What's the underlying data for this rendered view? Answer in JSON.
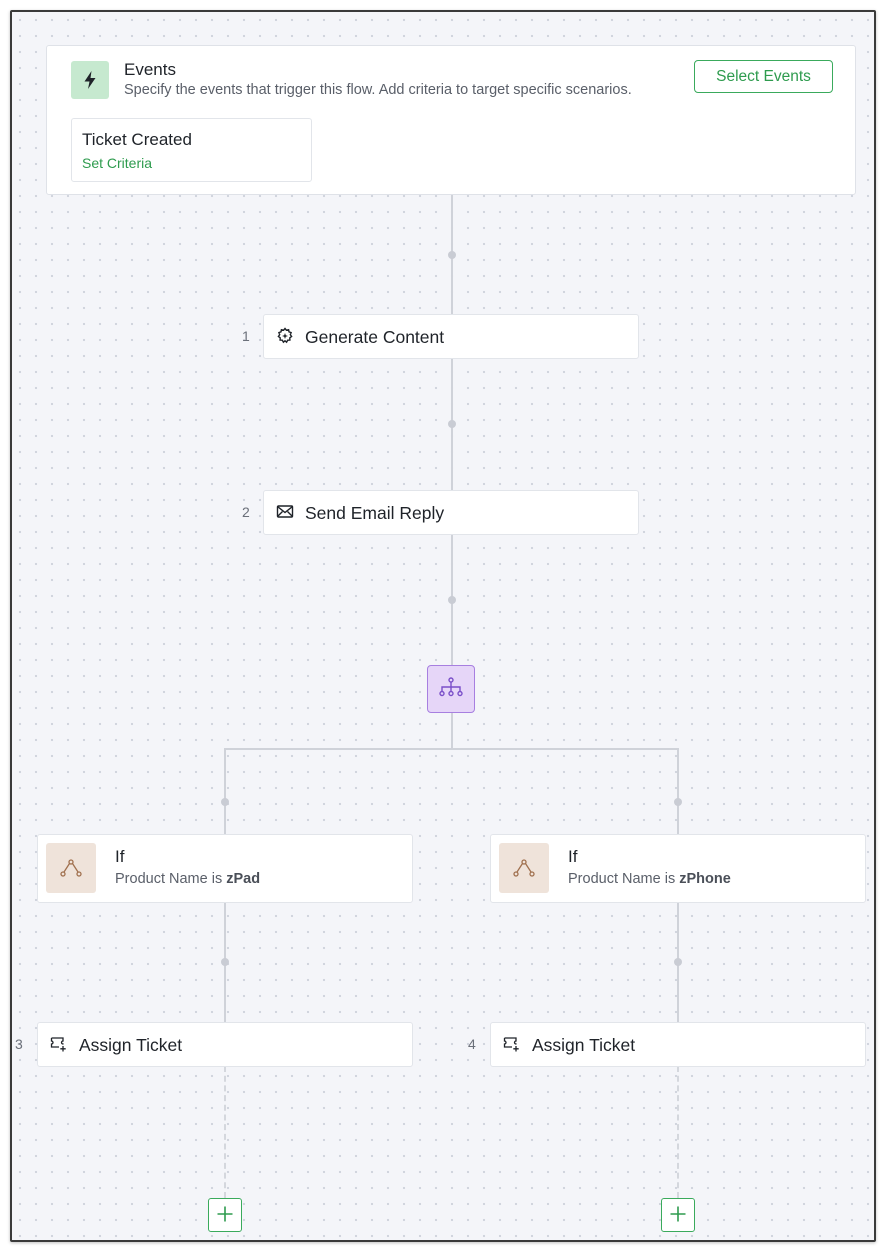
{
  "events": {
    "title": "Events",
    "description": "Specify the events that trigger this flow. Add criteria to target specific scenarios.",
    "select_button": "Select Events",
    "trigger": {
      "title": "Ticket Created",
      "criteria_link": "Set Criteria"
    }
  },
  "steps": [
    {
      "number": "1",
      "label": "Generate Content",
      "icon": "ai-sparkle-gear-icon"
    },
    {
      "number": "2",
      "label": "Send Email Reply",
      "icon": "email-reply-icon"
    }
  ],
  "branch": {
    "icon": "branch-hierarchy-icon"
  },
  "conditions": [
    {
      "title": "If",
      "field": "Product Name",
      "operator": "is",
      "value": "zPad",
      "action": {
        "number": "3",
        "label": "Assign Ticket",
        "icon": "assign-ticket-icon"
      }
    },
    {
      "title": "If",
      "field": "Product Name",
      "operator": "is",
      "value": "zPhone",
      "action": {
        "number": "4",
        "label": "Assign Ticket",
        "icon": "assign-ticket-icon"
      }
    }
  ],
  "colors": {
    "accent_green": "#2e9b4e",
    "events_icon_bg": "#c6e9cf",
    "branch_bg": "#e6d6f8",
    "branch_border": "#a77fe0",
    "condition_icon_bg": "#efe3da",
    "connector": "#cfd2d9"
  }
}
